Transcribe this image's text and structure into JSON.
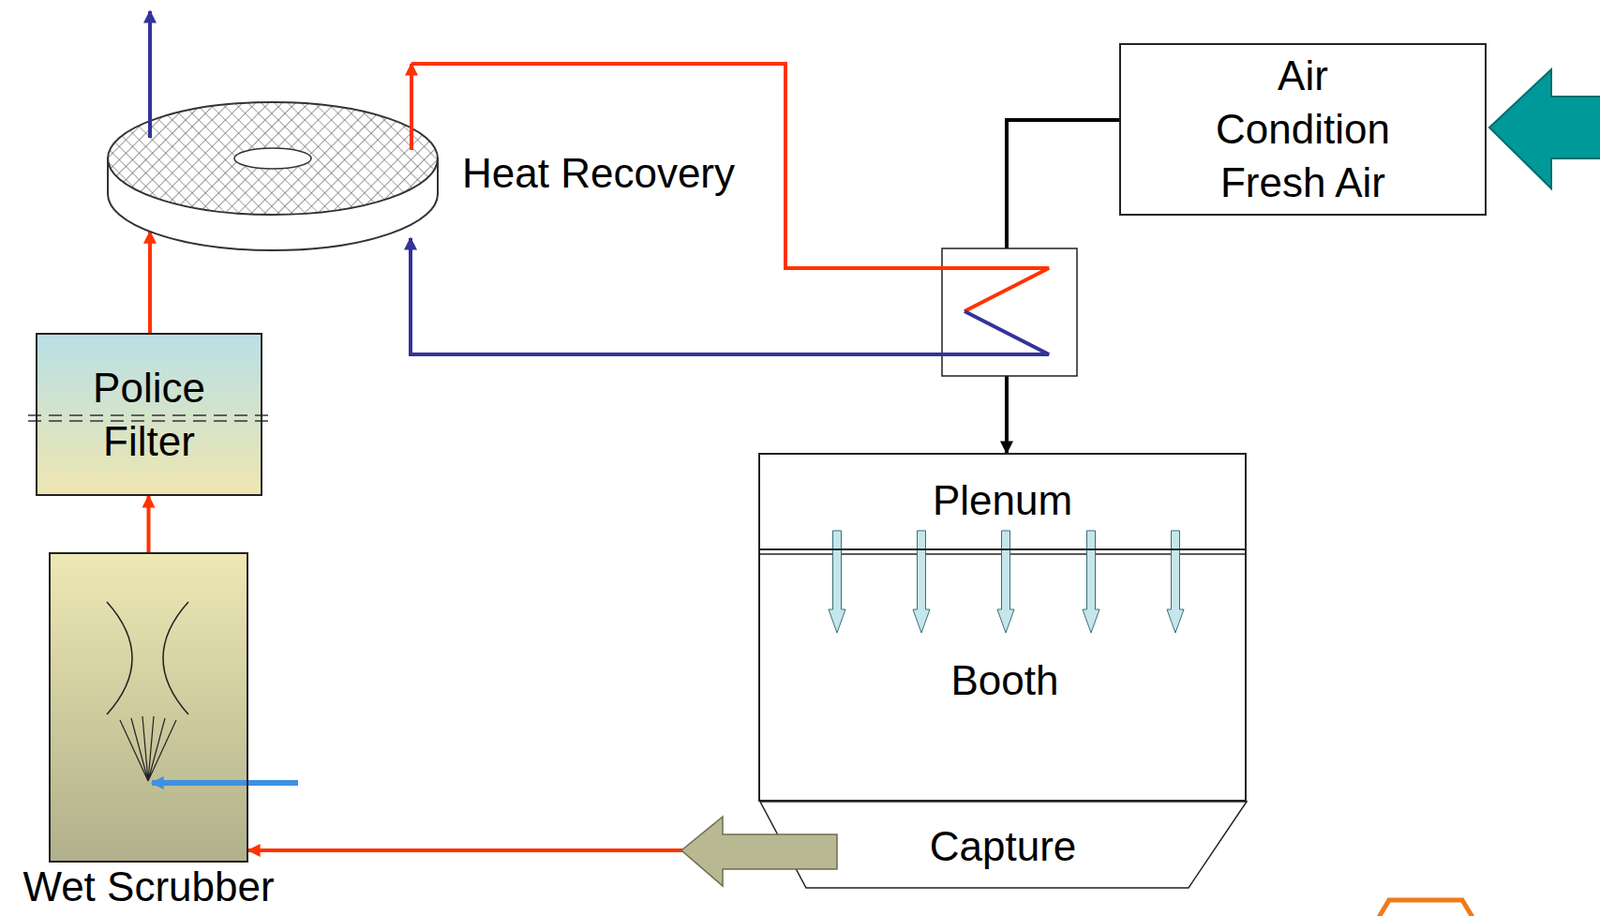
{
  "diagram": {
    "nodes": [
      {
        "text": [
          "Heat Recovery"
        ]
      },
      {
        "text": [
          "Air Condition Fresh Air"
        ]
      },
      {
        "text": [
          "Police Filter"
        ]
      },
      {
        "text": [
          "Booth"
        ]
      },
      {
        "text": [
          "Plenum"
        ],
        "in": 3
      },
      {
        "text": [
          "Wet Scrubber"
        ]
      },
      {
        "text": [
          "Capture"
        ]
      }
    ],
    "edges": [
      {
        "from": 1,
        "to": 4,
        "arrow": "to"
      },
      {
        "from": 6,
        "to": 5,
        "arrow": "to"
      },
      {
        "from": 5,
        "to": 2,
        "arrow": "to"
      },
      {
        "from": 2,
        "to": 0,
        "arrow": "to"
      }
    ]
  }
}
